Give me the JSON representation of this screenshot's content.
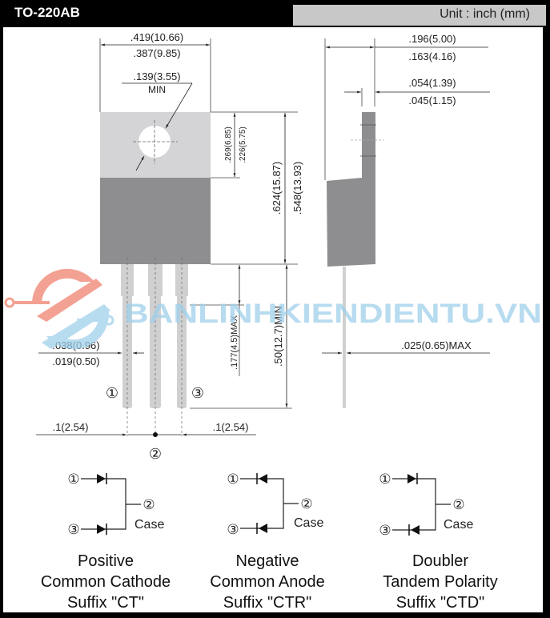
{
  "header": {
    "title": "TO-220AB",
    "unit_label": "Unit : inch (mm)"
  },
  "front_view": {
    "width_max": ".419(10.66)",
    "width_min": ".387(9.85)",
    "hole_dia": ".139(3.55)",
    "hole_dia_note": "MIN",
    "tab_height_max": ".269(6.85)",
    "tab_height_min": ".226(5.75)",
    "body_height_max": ".624(15.87)",
    "body_height_min": ".548(13.93)",
    "lead_shoulder": ".177(4.5)MAX",
    "lead_length": ".50(12.7)MIN",
    "lead_width_max": ".038(0.96)",
    "lead_width_min": ".019(0.50)",
    "pitch_left": ".1(2.54)",
    "pitch_right": ".1(2.54)",
    "pin1": "①",
    "pin2": "②",
    "pin3": "③"
  },
  "side_view": {
    "thickness_max": ".196(5.00)",
    "thickness_min": ".163(4.16)",
    "tab_thickness_max": ".054(1.39)",
    "tab_thickness_min": ".045(1.15)",
    "lead_thickness": ".025(0.65)MAX"
  },
  "watermark": {
    "text": "BANLINHKIENDIENTU.VN"
  },
  "colors": {
    "tab": "#d4d4d6",
    "body": "#8e8e90",
    "lead": "#d0d0d0",
    "watermark_blue": "#9fd0ea",
    "watermark_red": "#f0826e"
  },
  "schematics": [
    {
      "pin1": "①",
      "pin2": "②",
      "pin3": "③",
      "case_label": "Case",
      "caption_line1": "Positive",
      "caption_line2": "Common Cathode",
      "caption_line3": "Suffix \"CT\""
    },
    {
      "pin1": "①",
      "pin2": "②",
      "pin3": "③",
      "case_label": "Case",
      "caption_line1": "Negative",
      "caption_line2": "Common Anode",
      "caption_line3": "Suffix \"CTR\""
    },
    {
      "pin1": "①",
      "pin2": "②",
      "pin3": "③",
      "case_label": "Case",
      "caption_line1": "Doubler",
      "caption_line2": "Tandem Polarity",
      "caption_line3": "Suffix \"CTD\""
    }
  ]
}
